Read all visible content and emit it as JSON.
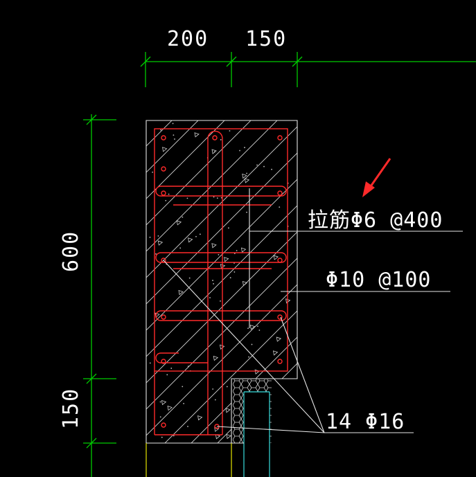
{
  "drawing": {
    "dimensions": {
      "top_left": "200",
      "top_right": "150",
      "left_upper": "600",
      "left_lower": "150"
    },
    "annotations": {
      "tie_bar": "拉筋Φ6 @400",
      "stirrup": "Φ10 @100",
      "main_bars": "14 Φ16"
    },
    "colors": {
      "background": "#000000",
      "dimension": "#00cc00",
      "outline": "#e6e6e6",
      "rebar": "#ff2a2a",
      "arrow": "#ff2a2a"
    }
  }
}
